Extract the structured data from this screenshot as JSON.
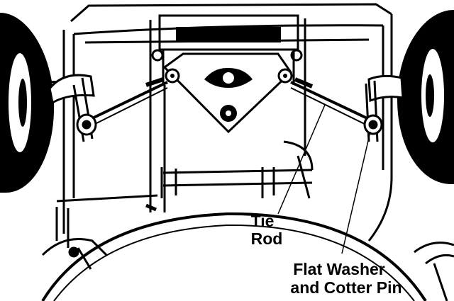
{
  "figure": {
    "labels": {
      "tie_rod_line1": "Tie",
      "tie_rod_line2": "Rod",
      "washer_line1": "Flat Washer",
      "washer_line2": "and Cotter Pin"
    },
    "colors": {
      "ink": "#000000",
      "paper": "#ffffff"
    }
  }
}
